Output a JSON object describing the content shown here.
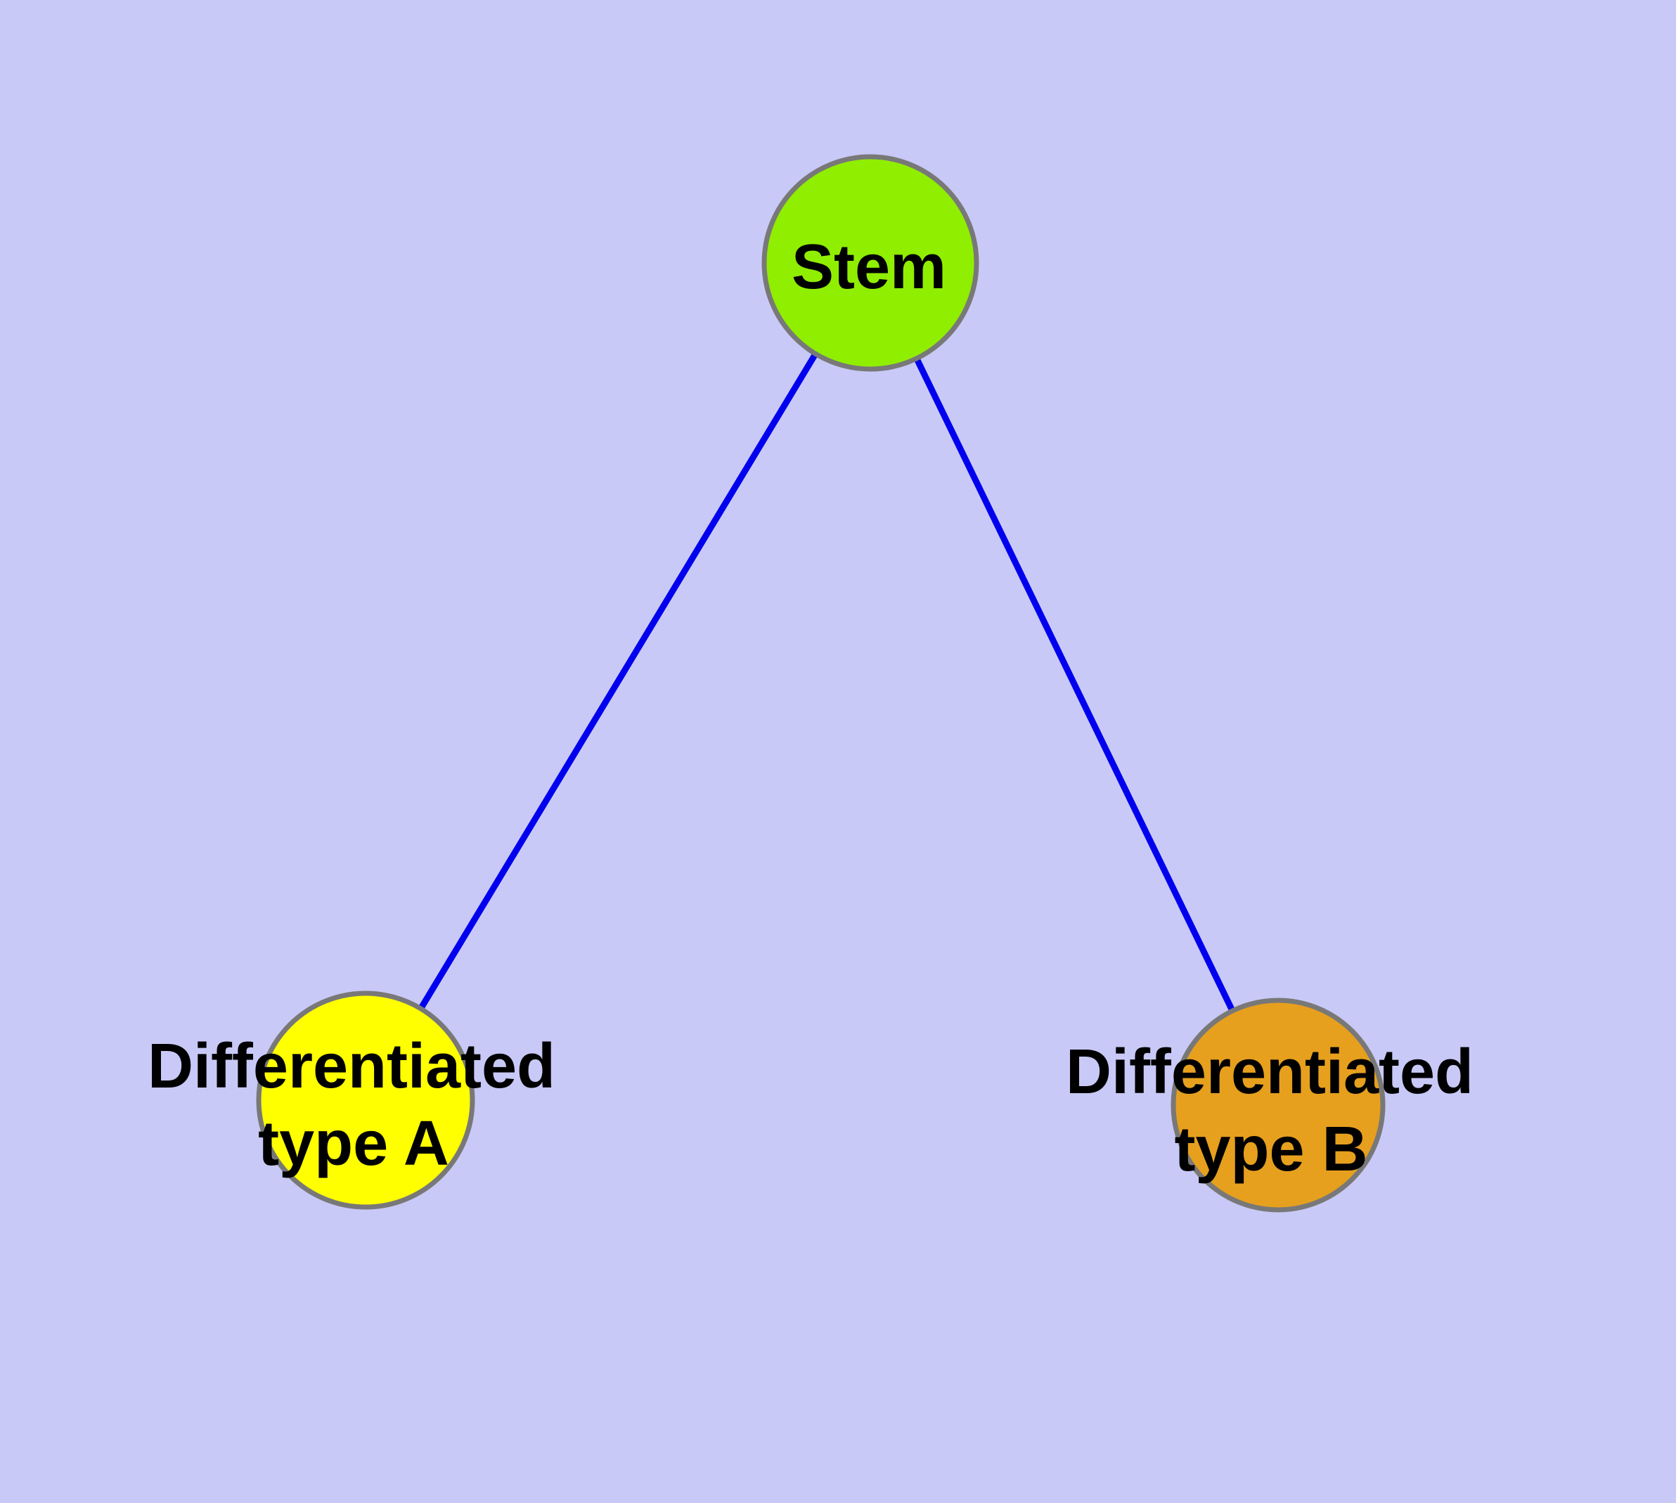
{
  "canvas": {
    "background_color": "#C9C9F7"
  },
  "diagram": {
    "edge_color": "#0000EE",
    "node_border_color": "#787878",
    "label_color": "#000000",
    "nodes": {
      "stem": {
        "label": "Stem",
        "fill": "#90EE00"
      },
      "type_a": {
        "label_line1": "Differentiated",
        "label_line2": "type A",
        "fill": "#FFFF00"
      },
      "type_b": {
        "label_line1": "Differentiated",
        "label_line2": "type B",
        "fill": "#E6A01E"
      }
    },
    "edges": [
      {
        "from": "Stem",
        "to": "Differentiated type A"
      },
      {
        "from": "Stem",
        "to": "Differentiated type B"
      }
    ]
  }
}
